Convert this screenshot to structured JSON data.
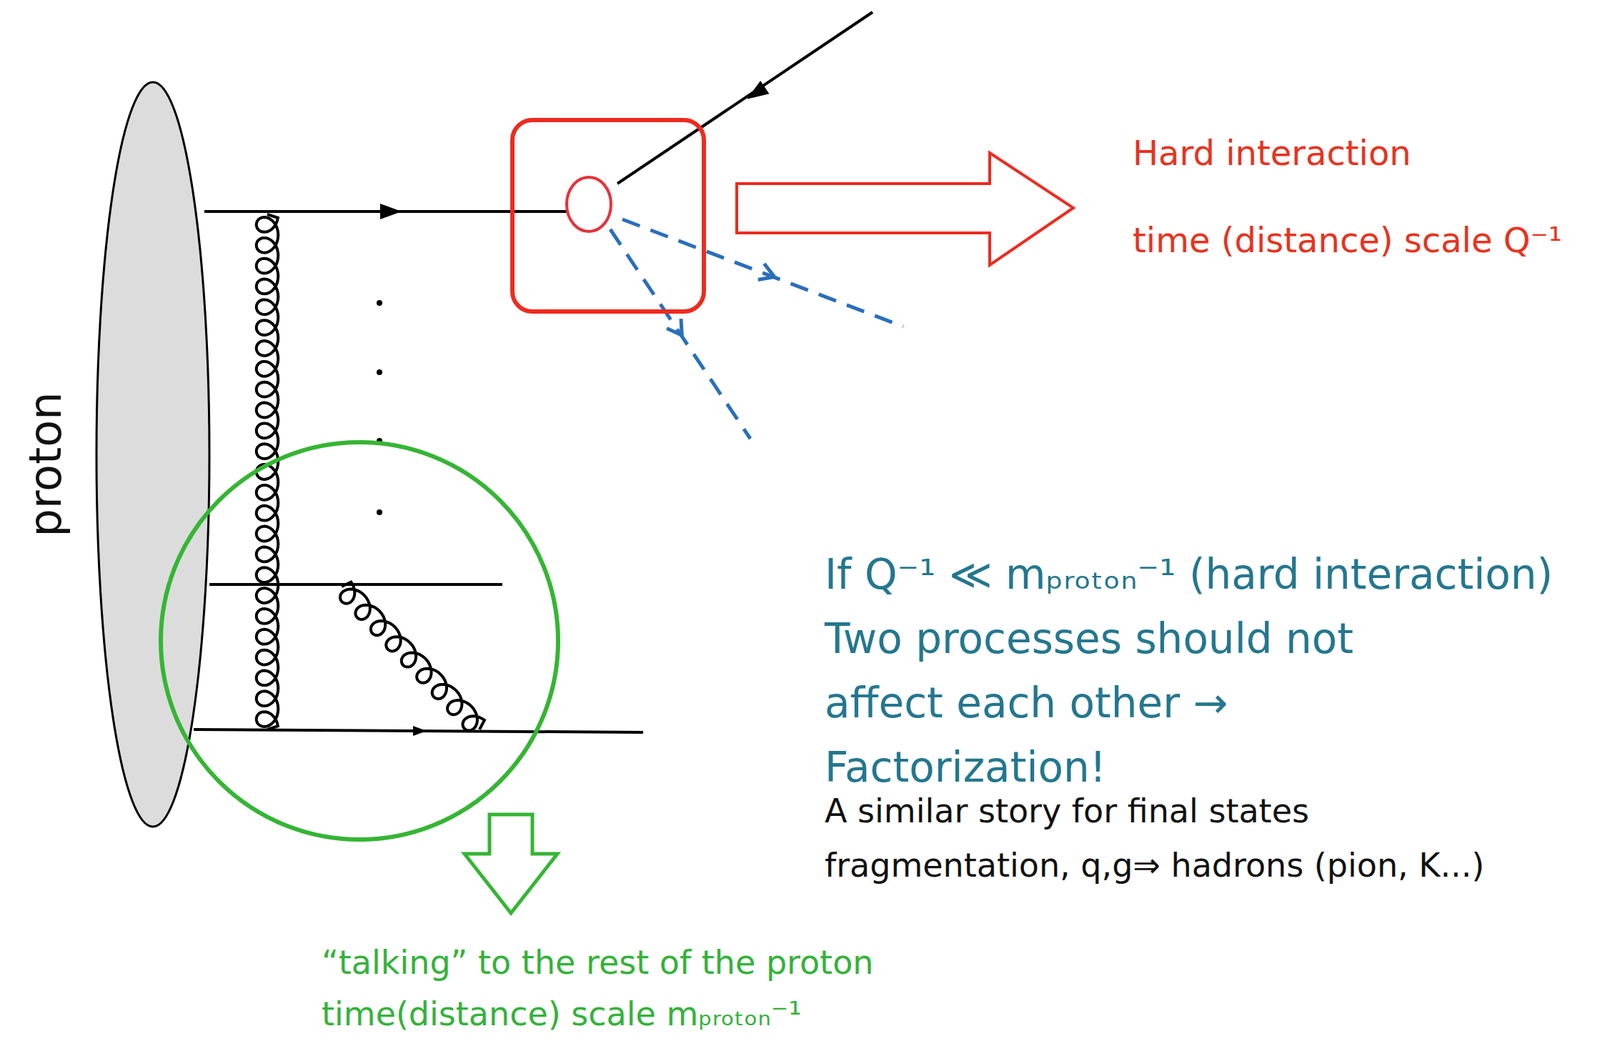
{
  "diagram": {
    "labels": [
      "proton",
      "Hard interaction",
      "time (distance) scale Q⁻¹",
      "If Q⁻¹ ≪ mₚᵣₒₜₒₙ⁻¹ (hard interaction)",
      "Two processes should not affect each other → Factorization!",
      "A similar story for final states",
      "fragmentation, q,g⇒ hadrons (pion, K...)",
      "“talking” to the rest of the proton",
      "time(distance) scale mₚᵣₒₜₒₙ⁻¹"
    ]
  }
}
